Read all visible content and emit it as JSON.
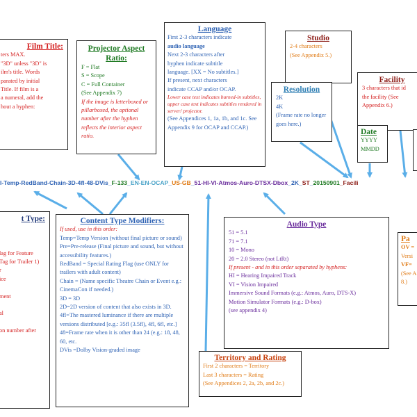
{
  "film_title": {
    "title": "Film Title:",
    "lines": [
      "ters MAX.",
      "\"3D\" unless \"3D\" is",
      "ilm's title. Words",
      "parated by initial",
      "Title. If film is a",
      "a numeral, add the",
      "hout a hyphen:"
    ]
  },
  "projector": {
    "title": "Projector Aspect Ratio:",
    "items": [
      "F = Flat",
      "S = Scope",
      "C = Full Container",
      "(See Appendix 7)"
    ],
    "note": "If the image is letterboxed or pillarboxed, the optional number after the hyphen reflects the interior aspect ratio."
  },
  "language": {
    "title": "Language",
    "lines": [
      "First 2-3 characters indicate",
      "audio language",
      "Next 2-3 characters after",
      "hyphen indicate subtitle",
      "language. [XX = No subtitles.]",
      "If present, next characters",
      "indicate CCAP and/or OCAP."
    ],
    "note": "Lower case text indicates burned-in subtitles, upper case text indicates subtitles rendered in server/ projector.",
    "appendix": "(See Appendices 1, 1a, 1b, and 1c. See Appendix 9 for OCAP and CCAP.)"
  },
  "studio": {
    "title": "Studio",
    "lines": [
      "2-4 characters",
      "(See Appendix 5.)"
    ]
  },
  "resolution": {
    "title": "Resolution",
    "lines": [
      "2K",
      "4K",
      "(Frame rate no longer goes here.)"
    ]
  },
  "facility": {
    "title": "Facility",
    "lines": [
      "3 characters that id",
      "the facility (See",
      "Appendix 6.)"
    ]
  },
  "date": {
    "title": "Date",
    "lines": [
      "YYYY",
      "MMDD"
    ]
  },
  "filename": {
    "segments": [
      {
        "text": "l-Temp-RedBand-Chain-3D-4fl-48-DVis_",
        "color": "#2f63b4"
      },
      {
        "text": "F-133",
        "color": "#1f7a23"
      },
      {
        "text": "_",
        "color": "#2f63b4"
      },
      {
        "text": "EN-EN-OCAP",
        "color": "#4aa3c8"
      },
      {
        "text": "_",
        "color": "#2f63b4"
      },
      {
        "text": "US-GB",
        "color": "#e07b16"
      },
      {
        "text": "_",
        "color": "#2f63b4"
      },
      {
        "text": "51-HI-VI-Atmos-Auro-DTSX-Dbox",
        "color": "#6a2d9c"
      },
      {
        "text": "_",
        "color": "#2f63b4"
      },
      {
        "text": "2K",
        "color": "#2f63b4"
      },
      {
        "text": "_",
        "color": "#2f63b4"
      },
      {
        "text": "ST",
        "color": "#8c1c16"
      },
      {
        "text": "_",
        "color": "#2f63b4"
      },
      {
        "text": "20150901",
        "color": "#1f7a23"
      },
      {
        "text": "_Facili",
        "color": "#8c1c16"
      }
    ]
  },
  "content_type": {
    "title": "t Type:",
    "lines": [
      "",
      "",
      "",
      "lag for Feature",
      "Tag for Trailer 1)",
      "r",
      "ice",
      "",
      "ment",
      "",
      "al",
      "",
      "on number after"
    ]
  },
  "modifiers": {
    "title": "Content Type Modifiers:",
    "intro": "If used, use in this order:",
    "lines": [
      "Temp=Temp Version (without final picture or sound)",
      "Pre=Pre-release (Final picture and sound, but without accessibility features.)",
      "RedBand = Special Rating Flag (use ONLY for trailers with adult content)",
      "Chain = (Name specific Theatre Chain or Event e.g.: CinemaCon if needed.)",
      "3D = 3D",
      "2D=2D version of content that also exists in 3D.",
      "4fl=The mastered luminance if there are multiple versions distributed [e.g.: 35fl (3.5fl), 4fl, 6fl, etc.]",
      "48=Frame rate when it is other than 24 (e.g.: 18, 48, 60, etc.",
      "DVis =Dolby Vision-graded image"
    ]
  },
  "audio": {
    "title": "Audio Type",
    "lines": [
      "51 = 5.1",
      "71 = 7.1",
      "10 = Mono",
      "20 = 2.0 Stereo (not LtRt)"
    ],
    "note": "If present - and in this order separated by hyphens:",
    "lines2": [
      "HI = Hearing Impaired Track",
      "VI = Vision Impaired",
      "Immersive Sound Formats (e.g.: Atmos, Auro, DTS-X)",
      "Motion Simulator Formats (e.g.: D-box)",
      "(see appendix 4)"
    ]
  },
  "territory": {
    "title": "Territory and Rating",
    "lines": [
      "First 2 characters = Territory",
      "Last 3 characters = Rating",
      "(See Appendices 2, 2a, 2b, and 2c.)"
    ]
  },
  "package": {
    "title": "Pa",
    "lines": [
      "OV =",
      "Versi",
      "VF=",
      "(See A",
      "8.)"
    ]
  },
  "colors": {
    "arrow": "#5aaee8"
  }
}
